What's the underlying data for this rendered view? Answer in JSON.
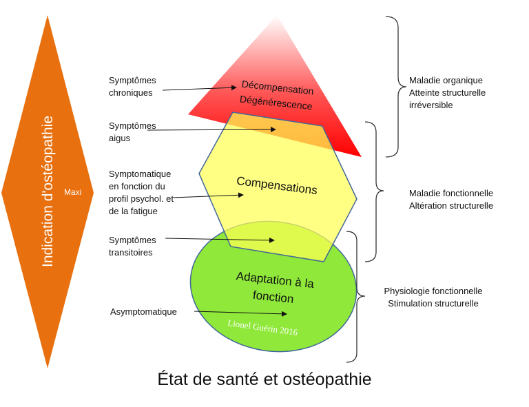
{
  "caption": "État de santé et ostéopathie",
  "indication": {
    "label": "Indication d'ostéopathie",
    "level": "Maxi"
  },
  "shapes": {
    "decompensation": [
      "Décompensation",
      "Dégénérescence"
    ],
    "compensation": "Compensations",
    "adaptation": [
      "Adaptation à la",
      "fonction"
    ],
    "signature": "Lionel Guérin 2016"
  },
  "left_labels": {
    "chroniques": [
      "Symptômes",
      "chroniques"
    ],
    "aigus": [
      "Symptômes",
      "aigus"
    ],
    "symptomatique": [
      "Symptomatique",
      "en fonction du",
      "profil psychol. et",
      "de la fatigue"
    ],
    "transitoires": [
      "Symptômes",
      "transitoires"
    ],
    "asymptomatique": "Asymptomatique"
  },
  "right_labels": {
    "organique": [
      "Maladie organique",
      "Atteinte structurelle",
      "irréversible"
    ],
    "fonctionnelle": [
      "Maladie fonctionnelle",
      "Altération structurelle"
    ],
    "physiologie": [
      "Physiologie fonctionnelle",
      "Stimulation structurelle"
    ]
  },
  "colors": {
    "diamond": "#E8700E",
    "triangle_top": "#FF0000",
    "hexagon": "#FFFF66",
    "ellipse": "#8FE83A",
    "outline": "#41669A"
  }
}
